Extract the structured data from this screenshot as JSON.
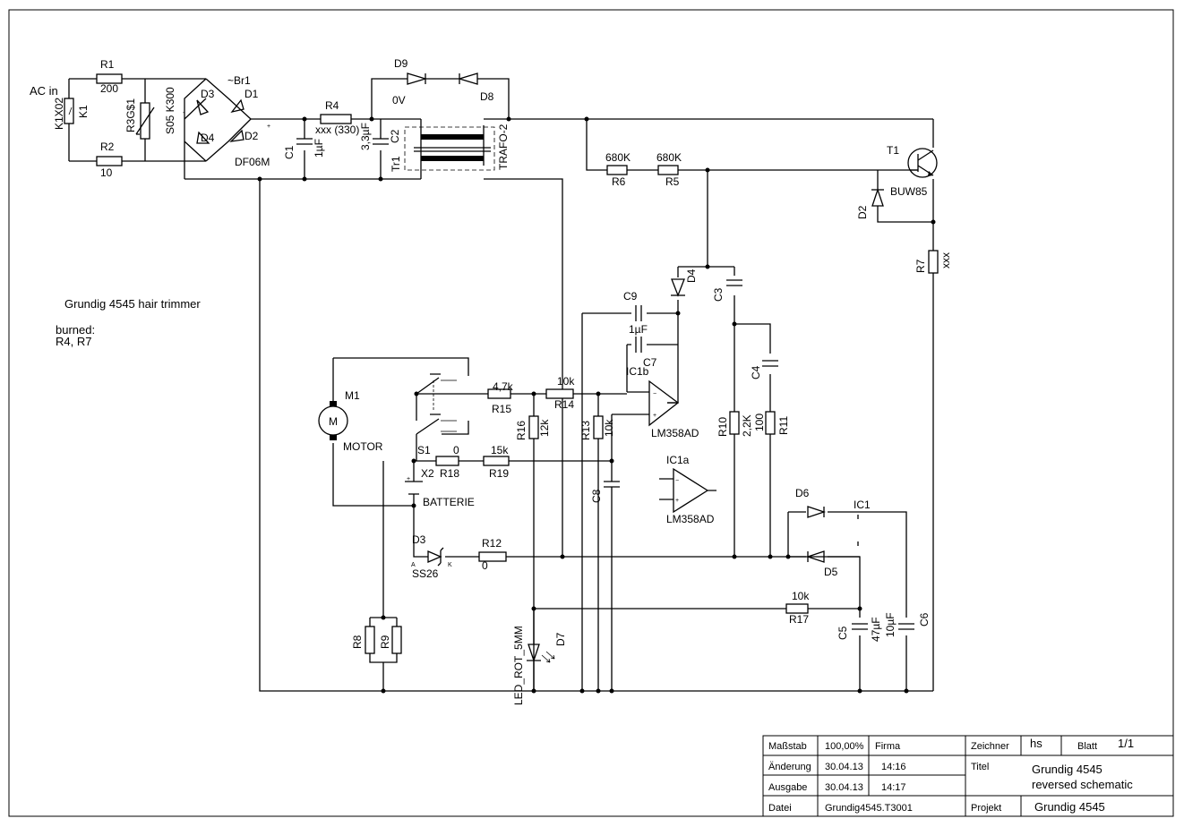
{
  "notes": {
    "title": "Grundig 4545 hair trimmer",
    "burned_label": "burned:",
    "burned_parts": "R4, R7",
    "ac_in": "AC in"
  },
  "components": {
    "r1": {
      "ref": "R1",
      "value": "200"
    },
    "r2": {
      "ref": "R2",
      "value": "10"
    },
    "k1": {
      "ref": "K1",
      "value": "K1X02"
    },
    "r3": {
      "ref": "R3G$1",
      "value": "S05 K300"
    },
    "br1": {
      "ref": "~Br1",
      "value": "DF06M"
    },
    "d1": {
      "ref": "D1"
    },
    "d2a": {
      "ref": "D2"
    },
    "d3a": {
      "ref": "D3"
    },
    "d4a": {
      "ref": "D4"
    },
    "c1": {
      "ref": "C1",
      "value": "1µF"
    },
    "r4": {
      "ref": "R4",
      "value": "xxx (330)"
    },
    "c2": {
      "ref": "C2",
      "value": "3,3µF"
    },
    "tr1": {
      "ref": "Tr1",
      "value": "TRAFO-2"
    },
    "d9": {
      "ref": "D9",
      "value": "0V"
    },
    "d8": {
      "ref": "D8"
    },
    "r6": {
      "ref": "R6",
      "value": "680K"
    },
    "r5": {
      "ref": "R5",
      "value": "680K"
    },
    "t1": {
      "ref": "T1",
      "value": "BUW85"
    },
    "d2": {
      "ref": "D2"
    },
    "r7": {
      "ref": "R7",
      "value": "xxx"
    },
    "d4": {
      "ref": "D4"
    },
    "c3": {
      "ref": "C3"
    },
    "c4": {
      "ref": "C4"
    },
    "c9": {
      "ref": "C9"
    },
    "c7": {
      "ref": "C7",
      "value": "1µF"
    },
    "ic1b": {
      "ref": "IC1b",
      "value": "LM358AD"
    },
    "ic1a": {
      "ref": "IC1a",
      "value": "LM358AD"
    },
    "r14": {
      "ref": "R14",
      "value": "10k"
    },
    "r15": {
      "ref": "R15",
      "value": "4,7k"
    },
    "r16": {
      "ref": "R16",
      "value": "12k"
    },
    "r13": {
      "ref": "R13",
      "value": "10k"
    },
    "r10": {
      "ref": "R10",
      "value": "2,2K"
    },
    "r11": {
      "ref": "R11",
      "value": "100"
    },
    "m1": {
      "ref": "M1",
      "value": "MOTOR",
      "symbol": "M"
    },
    "s1": {
      "ref": "S1"
    },
    "x2": {
      "ref": "X2",
      "value": "BATTERIE"
    },
    "r18": {
      "ref": "R18",
      "value": "0"
    },
    "r19": {
      "ref": "R19",
      "value": "15k"
    },
    "c8": {
      "ref": "C8"
    },
    "d3": {
      "ref": "D3",
      "value": "SS26",
      "pin_a": "A",
      "pin_k": "K"
    },
    "r12": {
      "ref": "R12",
      "value": "0"
    },
    "d6": {
      "ref": "D6"
    },
    "d5": {
      "ref": "D5"
    },
    "ic1": {
      "ref": "IC1"
    },
    "r17": {
      "ref": "R17",
      "value": "10k"
    },
    "c5": {
      "ref": "C5",
      "value": "47µF"
    },
    "c6": {
      "ref": "C6",
      "value": "10µF"
    },
    "r8": {
      "ref": "R8"
    },
    "r9": {
      "ref": "R9"
    },
    "d7": {
      "ref": "D7",
      "value": "LED_ROT_5MM"
    }
  },
  "title_block": {
    "massstab_label": "Maßstab",
    "massstab_value": "100,00%",
    "firma_label": "Firma",
    "zeichner_label": "Zeichner",
    "zeichner_value": "hs",
    "blatt_label": "Blatt",
    "blatt_value": "1/1",
    "aenderung_label": "Änderung",
    "aenderung_date": "30.04.13",
    "aenderung_time": "14:16",
    "titel_label": "Titel",
    "titel_line1": "Grundig 4545",
    "titel_line2": "reversed schematic",
    "ausgabe_label": "Ausgabe",
    "ausgabe_date": "30.04.13",
    "ausgabe_time": "14:17",
    "datei_label": "Datei",
    "datei_value": "Grundig4545.T3001",
    "projekt_label": "Projekt",
    "projekt_value": "Grundig 4545"
  }
}
